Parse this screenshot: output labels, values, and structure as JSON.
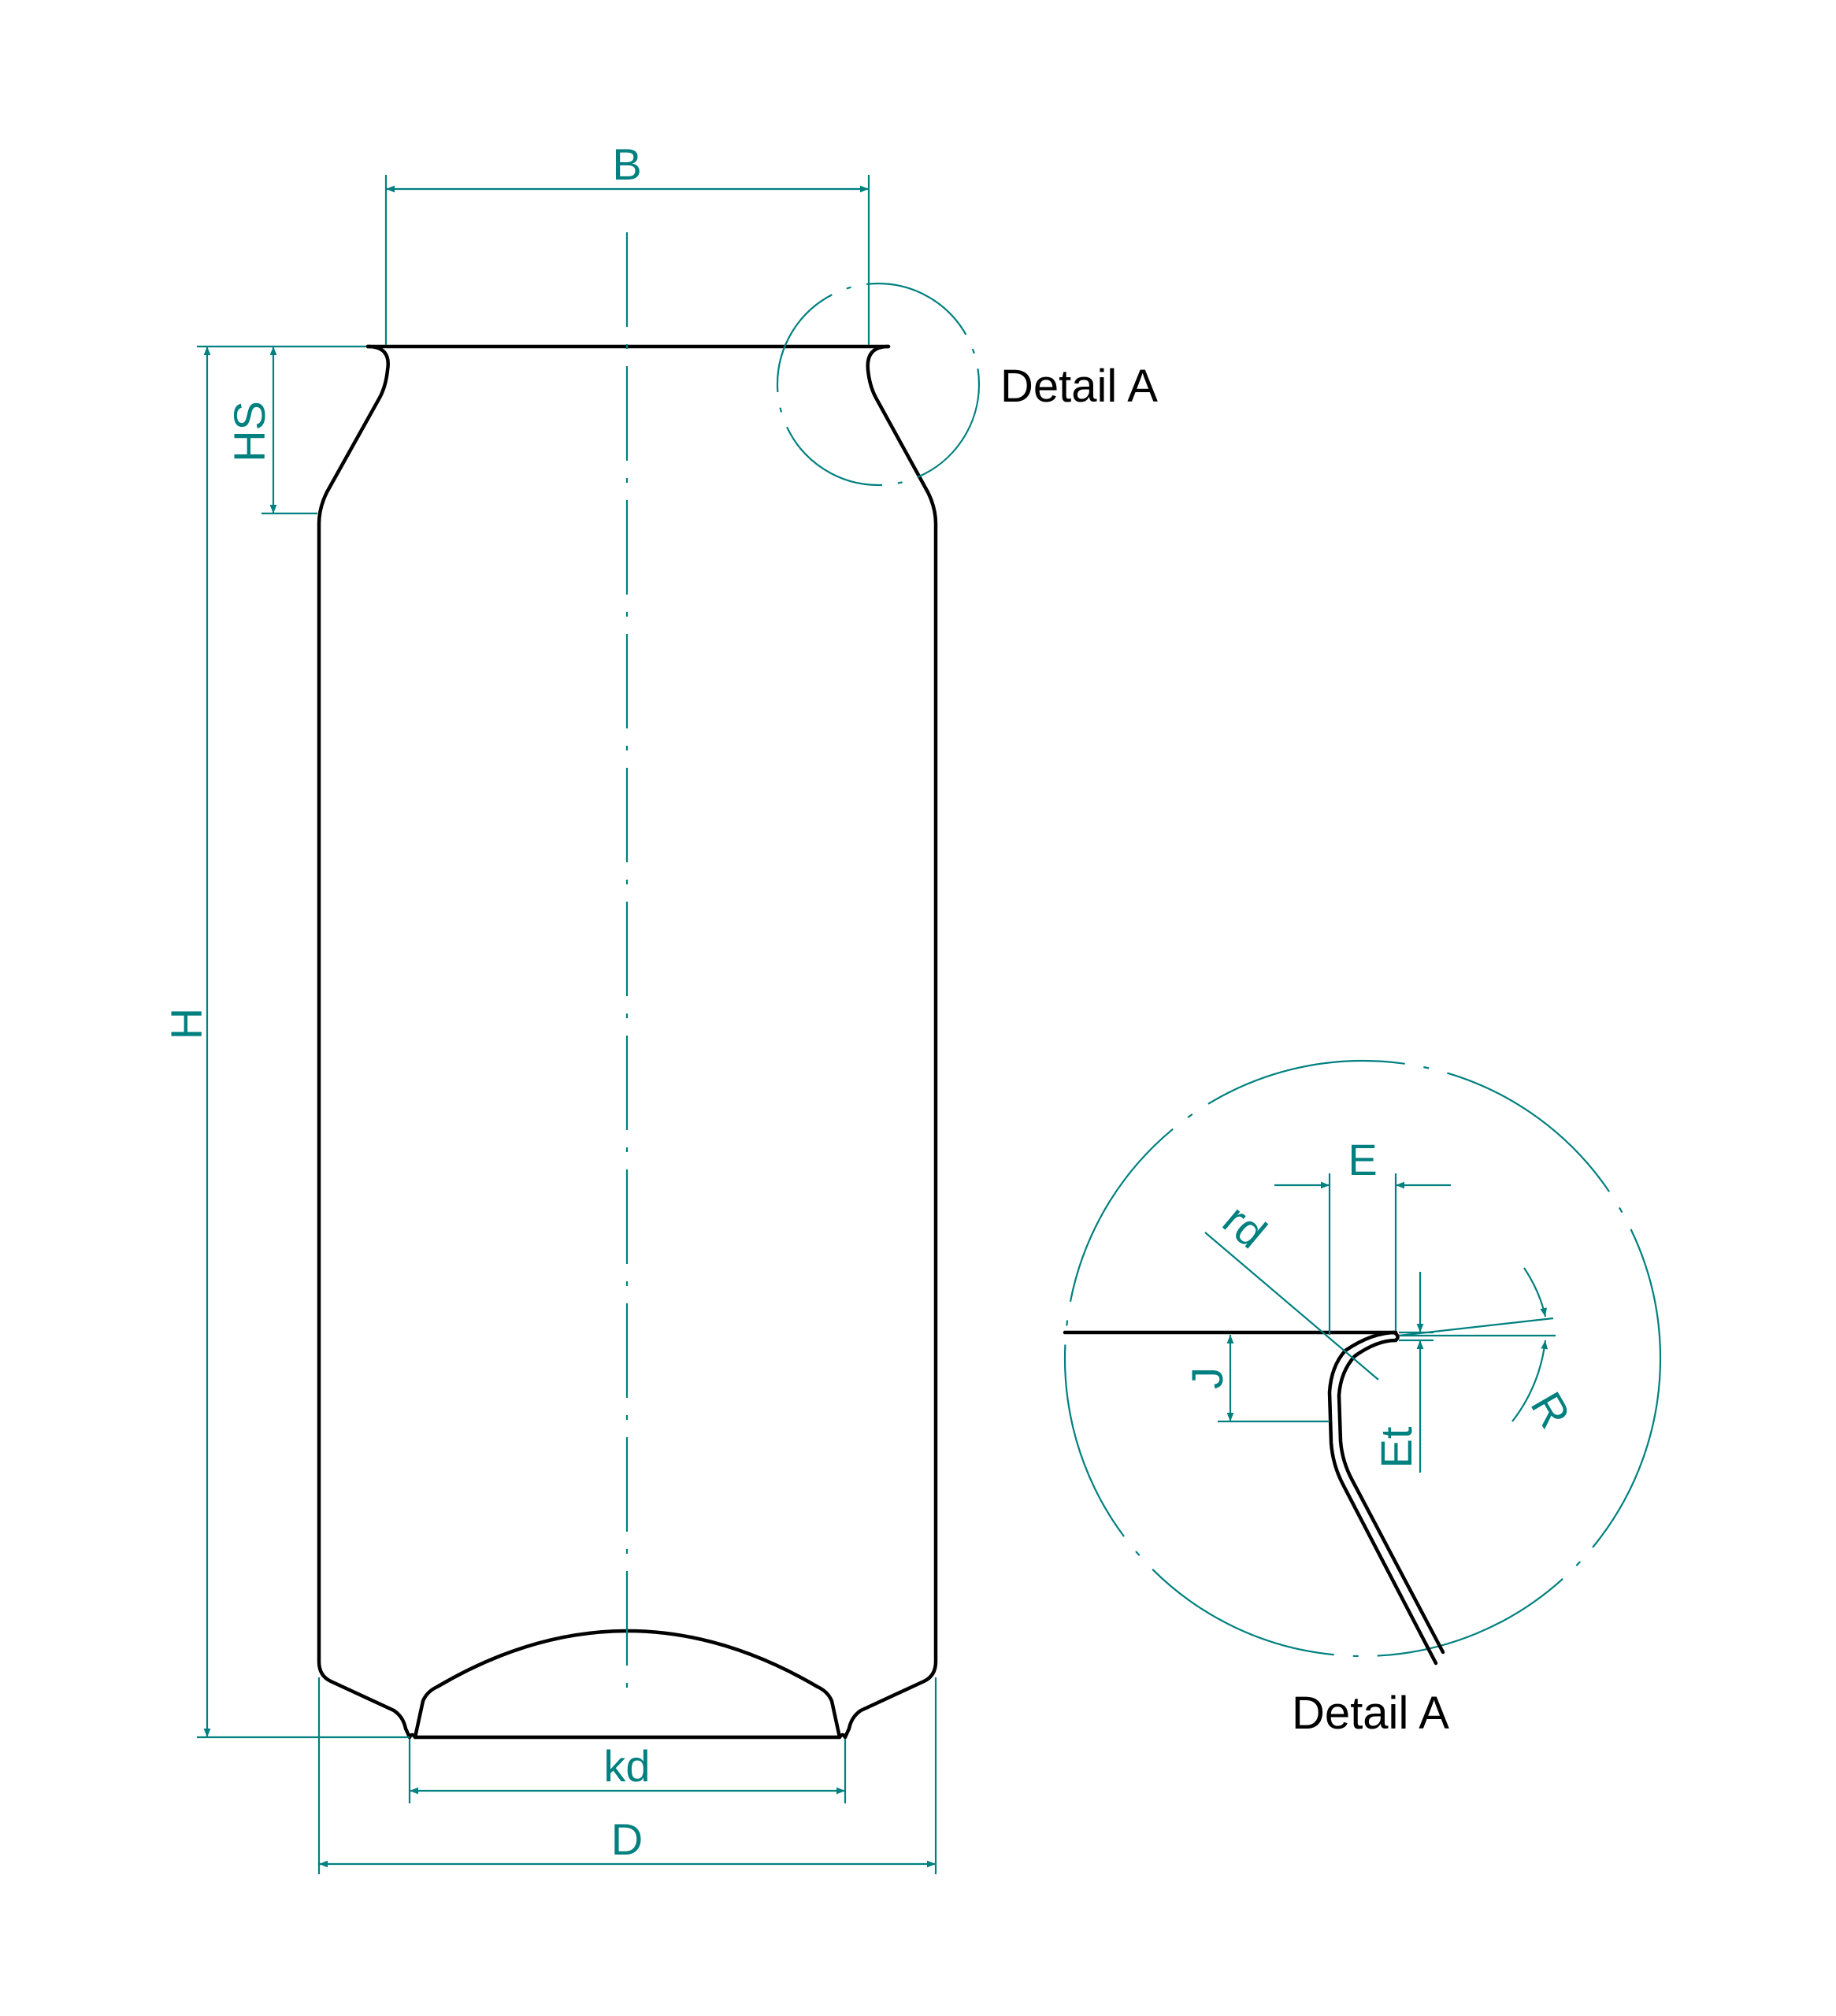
{
  "colors": {
    "outline": "#000000",
    "dimension": "#00807f",
    "background": "#ffffff"
  },
  "labels": {
    "B": "B",
    "HS": "HS",
    "H": "H",
    "kd": "kd",
    "D": "D",
    "detail_callout": "Detail A",
    "detail_caption": "Detail A",
    "E": "E",
    "rd": "rd",
    "J": "J",
    "Et": "Et",
    "R": "R"
  }
}
